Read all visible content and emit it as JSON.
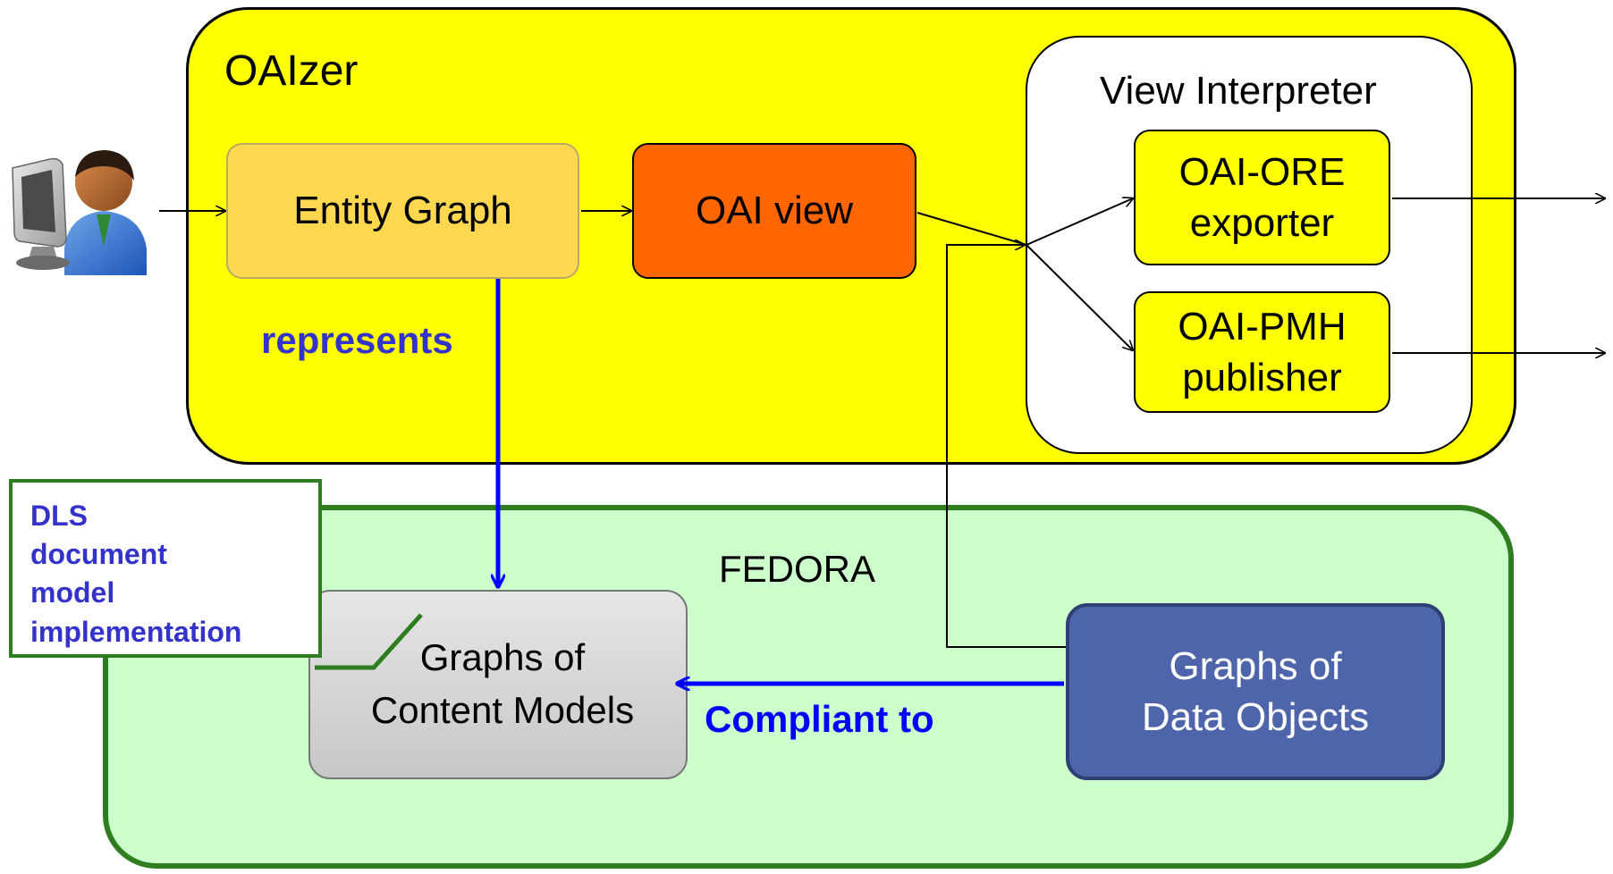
{
  "oaizer": {
    "title": "OAIzer"
  },
  "view_interpreter": {
    "title": "View Interpreter"
  },
  "nodes": {
    "entity_graph": "Entity Graph",
    "oai_view": "OAI view",
    "ore_exporter": {
      "line1": "OAI-ORE",
      "line2": "exporter"
    },
    "pmh_publisher": {
      "line1": "OAI-PMH",
      "line2": "publisher"
    },
    "content_models": {
      "line1": "Graphs of",
      "line2": "Content Models"
    },
    "data_objects": {
      "line1": "Graphs of",
      "line2": "Data Objects"
    }
  },
  "fedora": {
    "title": "FEDORA"
  },
  "edges": {
    "represents": "represents",
    "compliant_to": "Compliant to"
  },
  "callout": {
    "lines": [
      "DLS",
      "document",
      "model",
      "implementation"
    ]
  },
  "icons": {
    "user": "user-at-computer-icon"
  },
  "colors": {
    "oaizer_bg": "#ffff00",
    "fedora_bg": "#ccffcc",
    "fedora_border": "#2e7d1e",
    "oai_view": "#ff6600",
    "entity_graph": "#ffd84f",
    "data_objects": "#4f65ab",
    "blue_edge": "#0000ff"
  }
}
